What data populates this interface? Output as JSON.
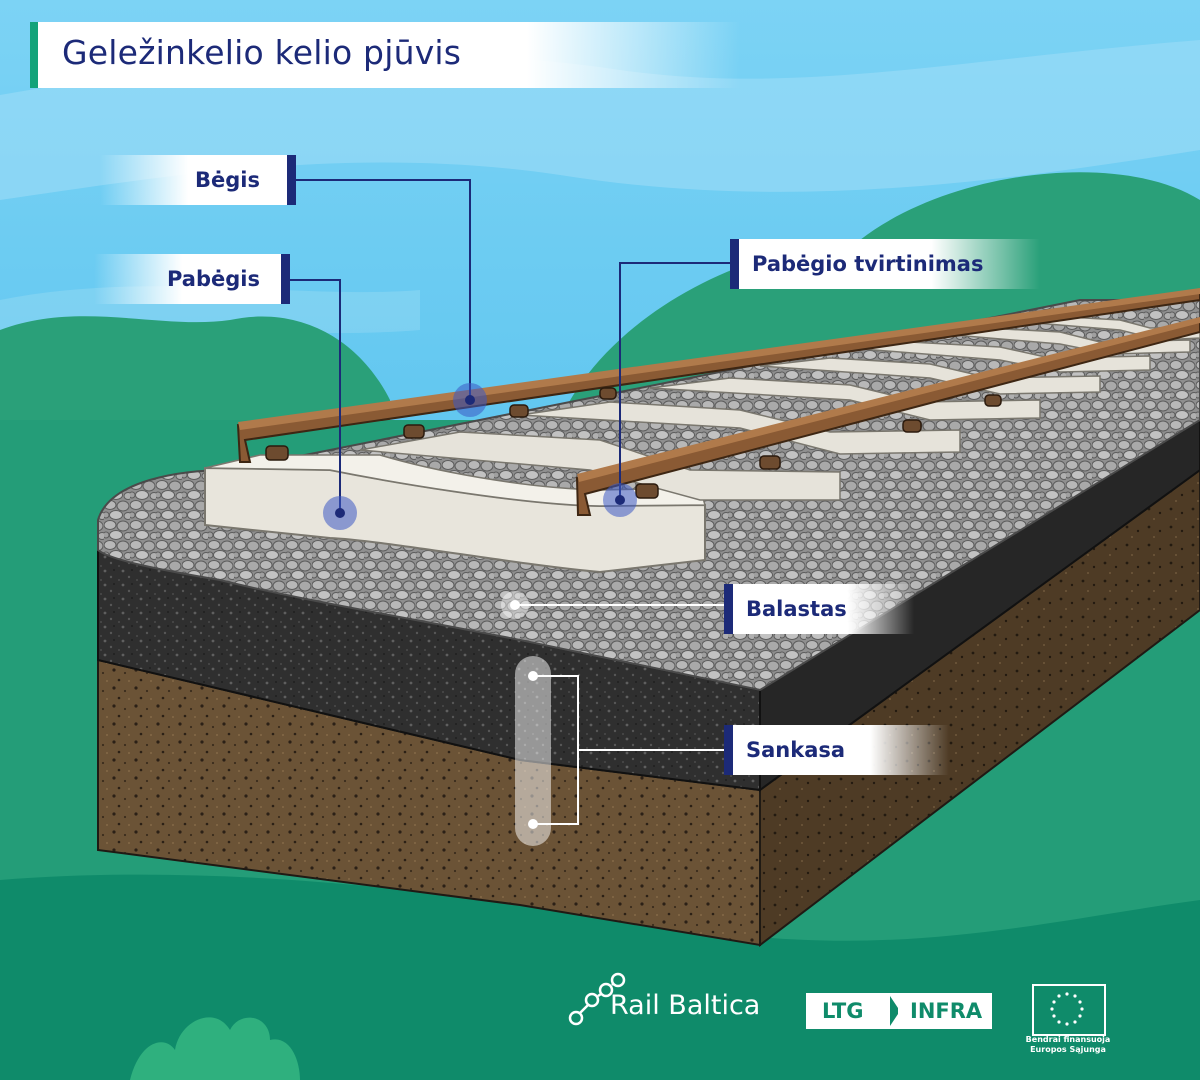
{
  "title": "Geležinkelio kelio pjūvis",
  "labels": {
    "begis": "Bėgis",
    "pabegis": "Pabėgis",
    "tvirtinimas": "Pabėgio tvirtinimas",
    "balastas": "Balastas",
    "sankasa": "Sankasa"
  },
  "logos": {
    "rail_baltica": "Rail Baltica",
    "ltg_left": "LTG",
    "ltg_right": "INFRA",
    "eu_line1": "Bendrai finansuoja",
    "eu_line2": "Europos Sąjunga"
  },
  "colors": {
    "sky": "#6fcdf3",
    "hill": "#2aa079",
    "ground": "#0f8b6a",
    "label_text": "#1c2a78",
    "accent_green": "#13a37a",
    "rail": "#8a5a34",
    "sleeper": "#e6e3da",
    "ballast": "#9a9a9a",
    "asphalt": "#2e2e2e",
    "soil": "#6e5537"
  }
}
